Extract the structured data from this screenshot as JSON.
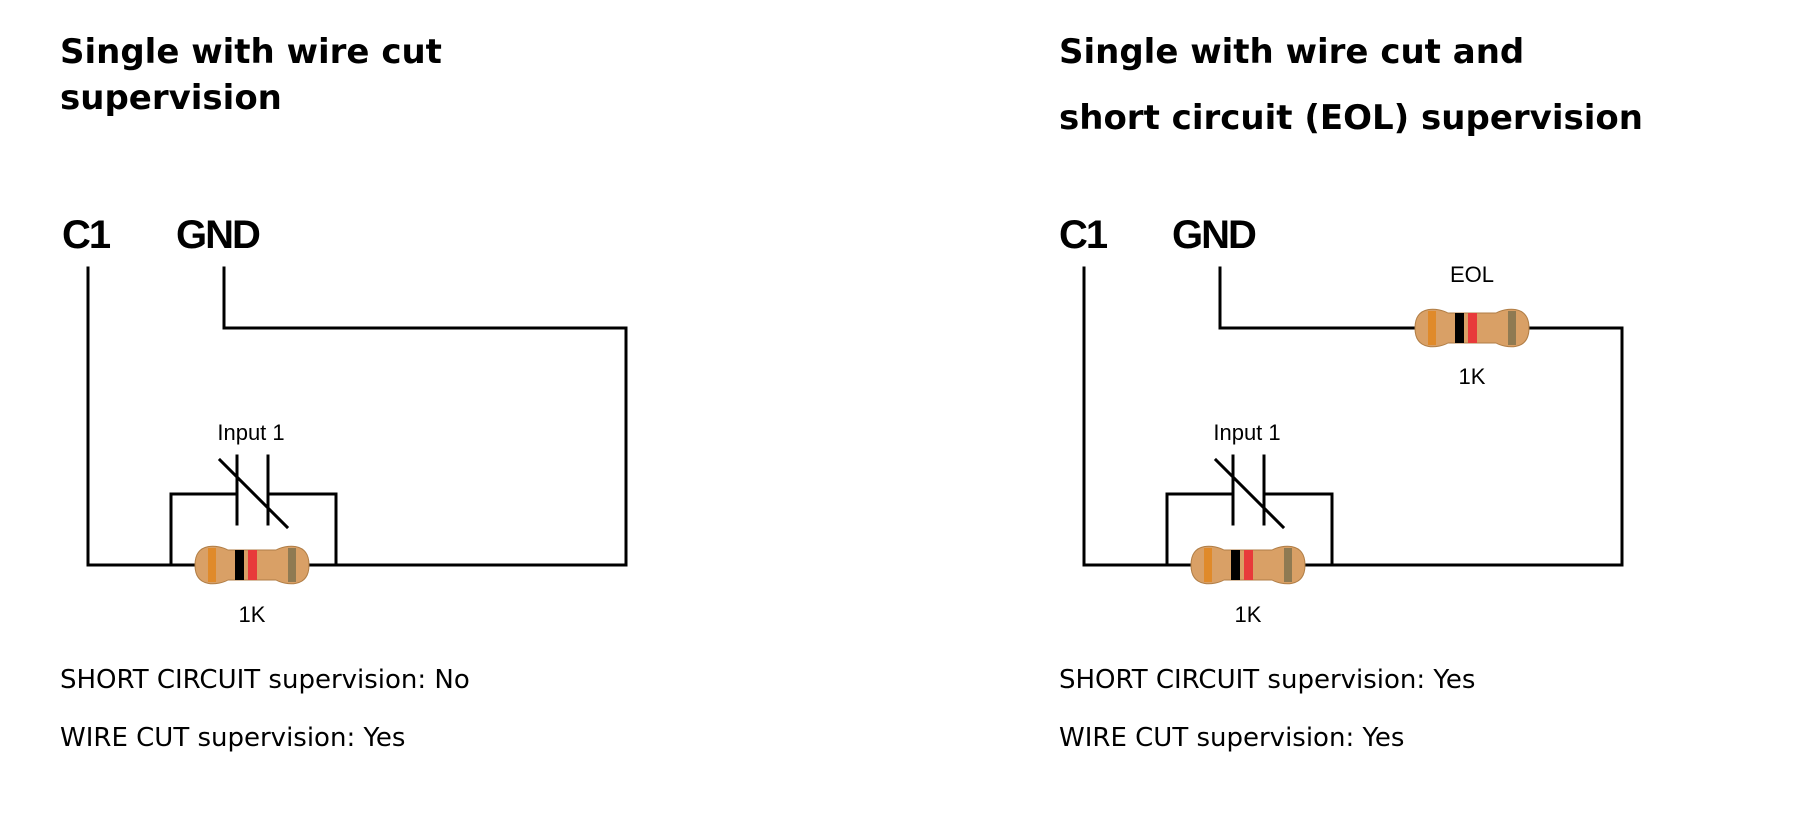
{
  "panels": [
    {
      "title_lines": [
        "Single with wire cut",
        "supervision"
      ],
      "terminals": [
        "C1",
        "GND"
      ],
      "switch_label": "Input 1",
      "parallel_resistor": {
        "value": "1K"
      },
      "status_lines": [
        "SHORT CIRCUIT supervision: No",
        "WIRE CUT supervision: Yes"
      ]
    },
    {
      "title_lines": [
        "Single with wire cut and",
        "short circuit (EOL) supervision"
      ],
      "terminals": [
        "C1",
        "GND"
      ],
      "switch_label": "Input 1",
      "parallel_resistor": {
        "value": "1K"
      },
      "eol_resistor": {
        "label": "EOL",
        "value": "1K"
      },
      "status_lines": [
        "SHORT CIRCUIT supervision: Yes",
        "WIRE CUT supervision: Yes"
      ]
    }
  ],
  "colors": {
    "wire": "#000000",
    "resistor_body": "#d9a066",
    "band_orange": "#e08a2a",
    "band_black": "#000000",
    "band_red": "#e83a3a",
    "band_gold": "#8f7a52"
  }
}
